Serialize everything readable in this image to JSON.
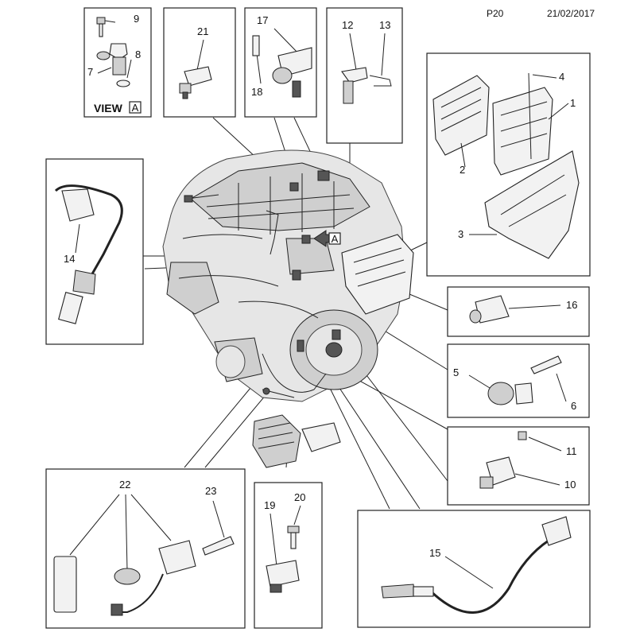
{
  "header": {
    "page_code": "P20",
    "date": "21/02/2017"
  },
  "view": {
    "label": "VIEW",
    "letter": "A"
  },
  "arrow_marker": {
    "letter": "A"
  },
  "callouts": {
    "c1": "1",
    "c2": "2",
    "c3": "3",
    "c4": "4",
    "c5": "5",
    "c6": "6",
    "c7": "7",
    "c8": "8",
    "c9": "9",
    "c10": "10",
    "c11": "11",
    "c12": "12",
    "c13": "13",
    "c14": "14",
    "c15": "15",
    "c16": "16",
    "c17": "17",
    "c18": "18",
    "c19": "19",
    "c20": "20",
    "c21": "21",
    "c22": "22",
    "c23": "23"
  }
}
